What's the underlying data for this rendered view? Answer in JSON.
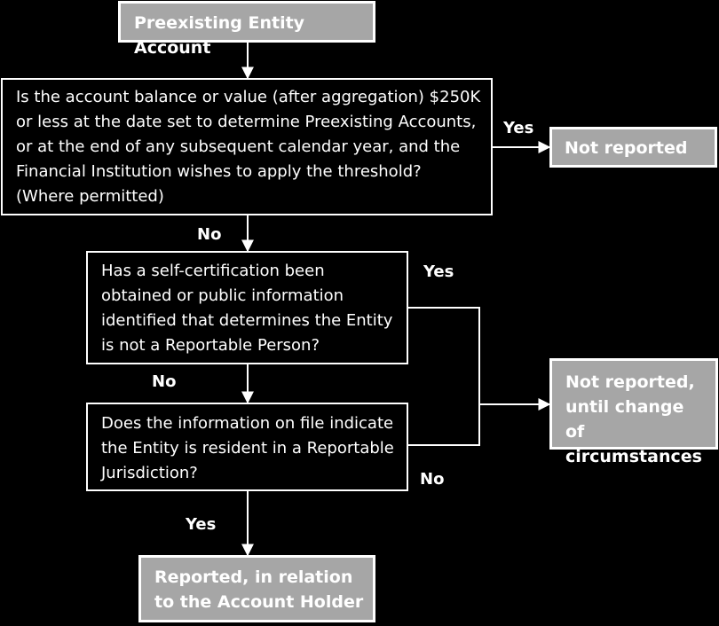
{
  "start": "Preexisting Entity Account",
  "q1": "Is the account balance or value (after aggregation) $250K or less at the date set to determine Preexisting Accounts, or at the end of any subsequent calendar year, and the Financial Institution wishes to apply the threshold? (Where permitted)",
  "q2": "Has a self-certification been obtained or public information identified that determines the Entity is not a Reportable Person?",
  "q3": "Does the information on file indicate the Entity is resident in a Reportable Jurisdiction?",
  "outcomes": {
    "not_reported": "Not reported",
    "until_change": "Not reported, until change of circumstances",
    "reported": "Reported, in relation to the Account Holder"
  },
  "edges": {
    "q1_yes": "Yes",
    "q1_no": "No",
    "q2_yes": "Yes",
    "q2_no": "No",
    "q3_no": "No",
    "q3_yes": "Yes"
  }
}
